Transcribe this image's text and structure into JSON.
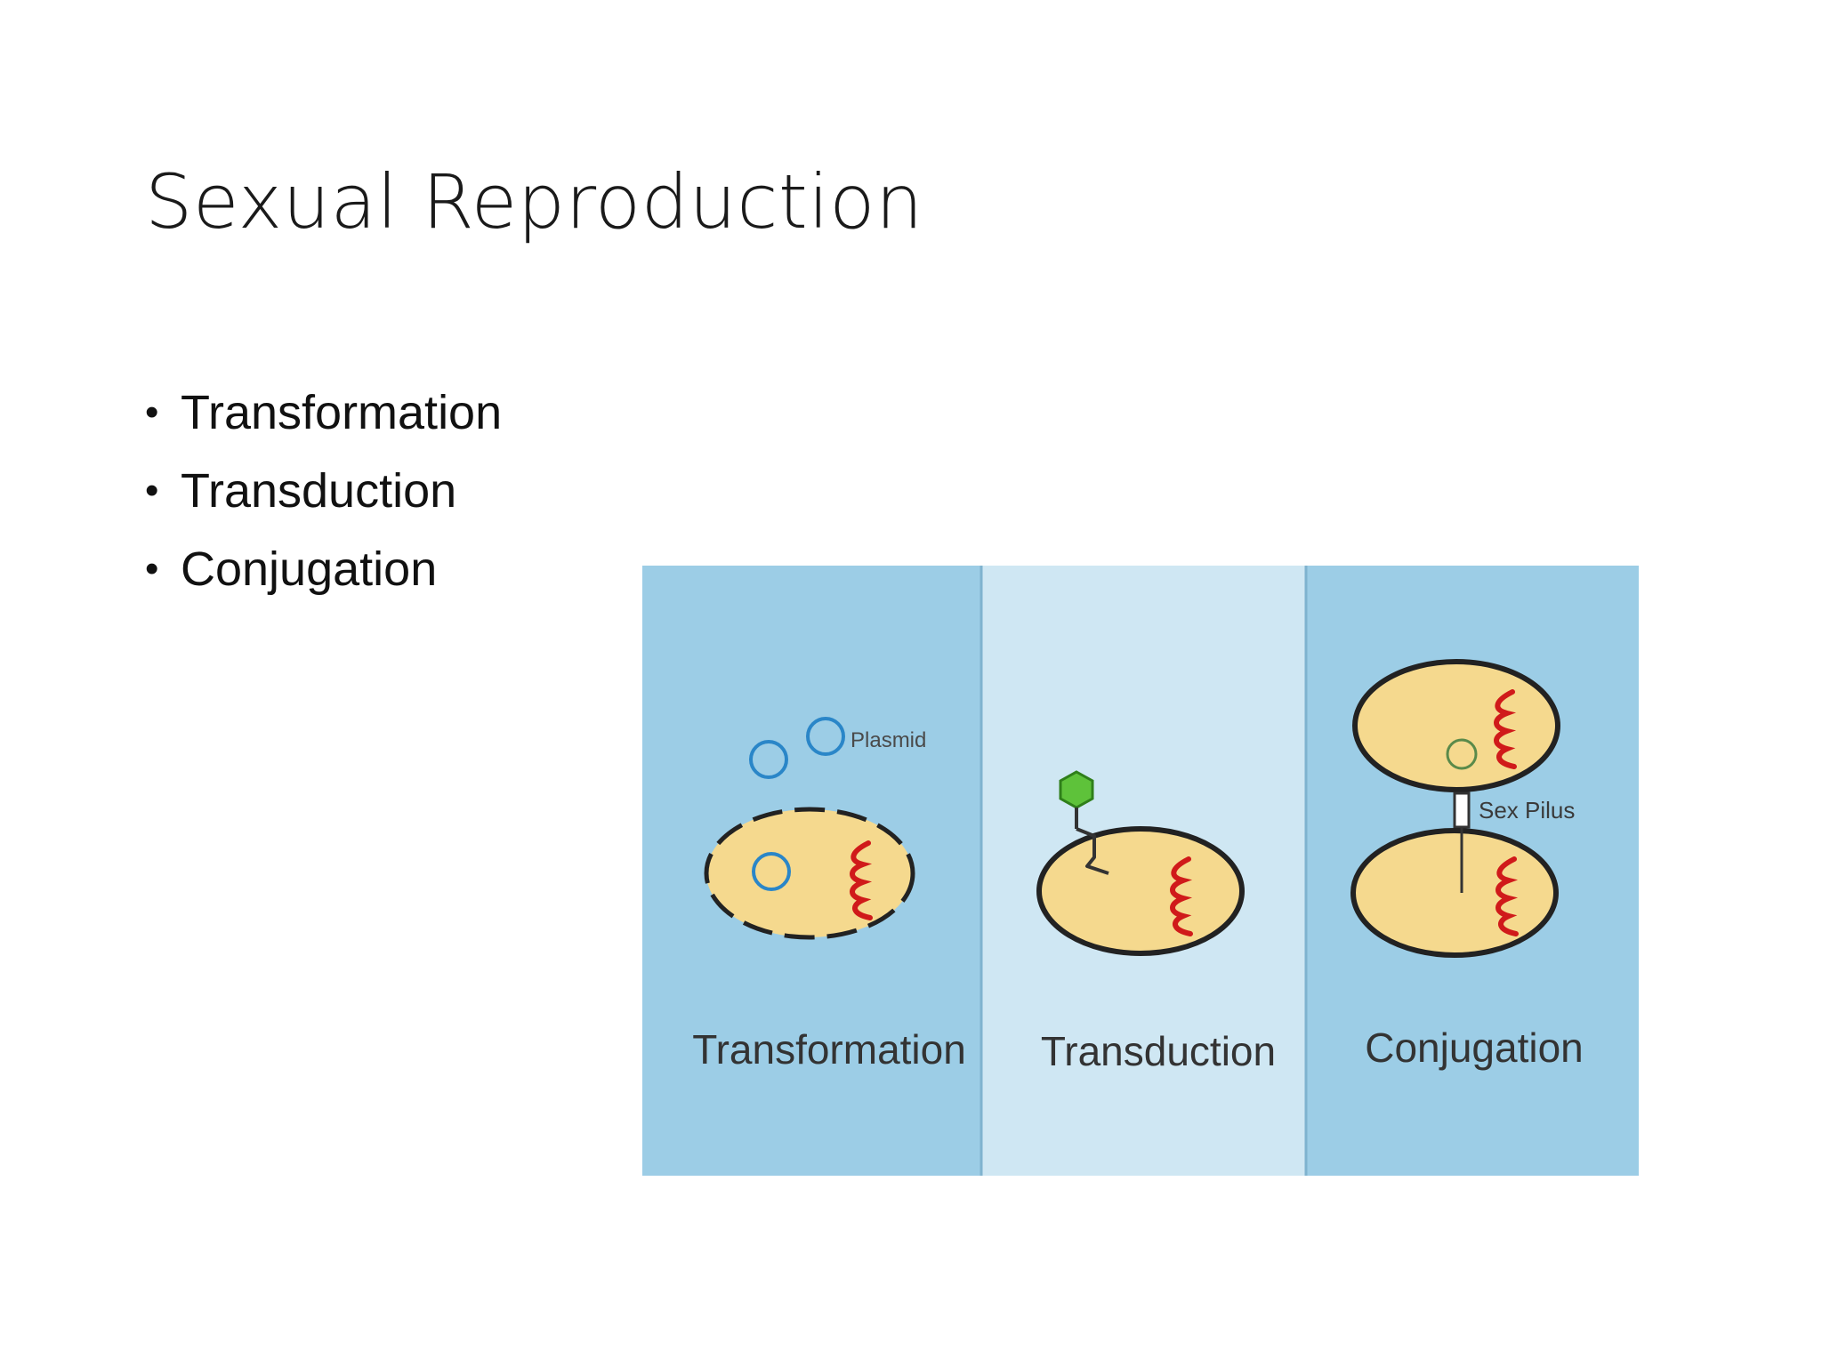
{
  "slide": {
    "title": "Sexual Reproduction",
    "bullets": [
      "Transformation",
      "Transduction",
      "Conjugation"
    ]
  },
  "figure": {
    "panels": [
      {
        "label": "Transformation",
        "annotation": "Plasmid"
      },
      {
        "label": "Transduction"
      },
      {
        "label": "Conjugation",
        "annotation": "Sex Pilus"
      }
    ]
  },
  "colors": {
    "panel_blue": "#9ccde6",
    "panel_light": "#cfe7f3",
    "cell_fill": "#f5d98e",
    "dna_red": "#d01a1a",
    "plasmid_blue": "#2a86c8",
    "phage_green": "#5ec23a"
  }
}
